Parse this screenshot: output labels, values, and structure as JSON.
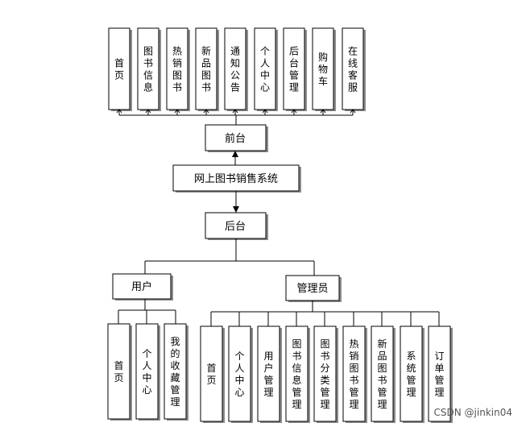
{
  "diagram": {
    "root": "网上图书销售系统",
    "front": {
      "label": "前台",
      "children": [
        "首页",
        "图书信息",
        "热销图书",
        "新品图书",
        "通知公告",
        "个人中心",
        "后台管理",
        "购物车",
        "在线客服"
      ]
    },
    "back": {
      "label": "后台",
      "user": {
        "label": "用户",
        "children": [
          "首页",
          "个人中心",
          "我的收藏管理"
        ]
      },
      "admin": {
        "label": "管理员",
        "children": [
          "首页",
          "个人中心",
          "用户管理",
          "图书信息管理",
          "图书分类管理",
          "热销图书管理",
          "新品图书管理",
          "系统管理",
          "订单管理"
        ]
      }
    }
  },
  "watermark": "CSDN @jinkin04"
}
